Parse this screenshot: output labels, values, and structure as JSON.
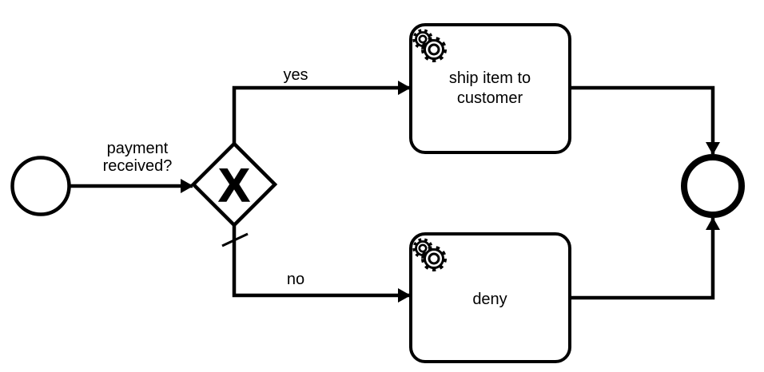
{
  "colors": {
    "stroke": "#000000",
    "background": "#ffffff",
    "shape_fill": "#ffffff"
  },
  "events": {
    "start": {
      "type": "start-event"
    },
    "end": {
      "type": "end-event"
    }
  },
  "gateway": {
    "type": "exclusive-gateway",
    "marker": "X",
    "marker_icon": "x-icon",
    "default_flow_marker_icon": "default-flow-slash-icon"
  },
  "tasks": {
    "ship": {
      "line1": "ship item to",
      "line2": "customer",
      "marker_icon": "gears-icon"
    },
    "deny": {
      "label": "deny",
      "marker_icon": "gears-icon"
    }
  },
  "flow_labels": {
    "condition": {
      "line1": "payment",
      "line2": "received?"
    },
    "yes": "yes",
    "no": "no"
  }
}
